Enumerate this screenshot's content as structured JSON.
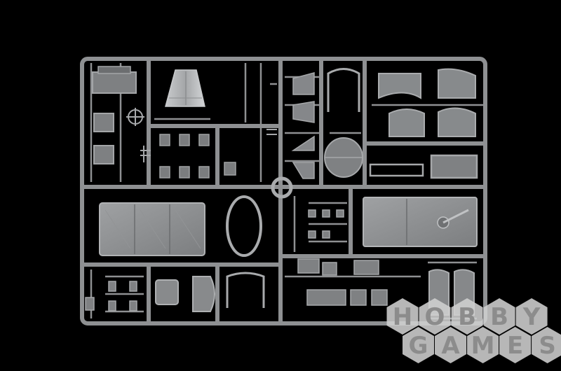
{
  "photo": {
    "subject": "sprue-frame",
    "colors": {
      "background": "#000000",
      "plastic": "#8e9092",
      "plastic_light": "#a9abad",
      "plastic_dark": "#5f6163",
      "watermark_hex": "#d0d0d0",
      "watermark_text": "#8c8c8c"
    }
  },
  "watermark": {
    "row1": [
      "H",
      "O",
      "B",
      "B",
      "Y"
    ],
    "row2": [
      "G",
      "A",
      "M",
      "E",
      "S"
    ]
  }
}
